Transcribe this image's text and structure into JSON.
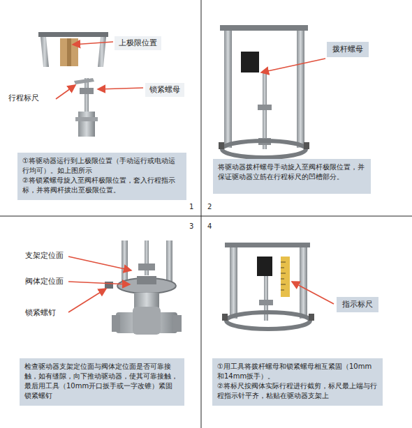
{
  "diagram": {
    "nodes": [
      {
        "text": [
          "①将驱动器运行到上极限位置（手动运行或电动运行均可）。如上图所示",
          "②将锁紧螺母旋入至阀杆极限位置，套入行程指示标，并将阀杆拔出至极限位置。"
        ]
      },
      {
        "text": [
          "将驱动器拨杆螺母手动旋入至阀杆极限位置，并保证驱动器立筋在行程标尺的凹槽部分。"
        ]
      },
      {
        "text": [
          "检查驱动器支架定位面与阀体定位面是否可靠接触，如有缝隙，向下推动驱动器，使其可靠接触，最后用工具（10mm开口扳手或一字改锥）紧固锁紧螺钉"
        ]
      },
      {
        "text": [
          "①用工具将拨杆螺母和锁紧螺母相互紧固（10mm和14mm扳手）。",
          "②将标尺按阀体实际行程进行截剪，标尺最上端与行程指示针平齐，粘贴在驱动器支架上"
        ]
      }
    ],
    "edges": [],
    "labels": [
      "上极限位置",
      "锁紧螺母",
      "行程标尺",
      "1",
      "2",
      "拨杆螺母",
      "3",
      "4",
      "支架定位面",
      "阀体定位面",
      "锁紧螺钉",
      "指示标尺"
    ]
  }
}
